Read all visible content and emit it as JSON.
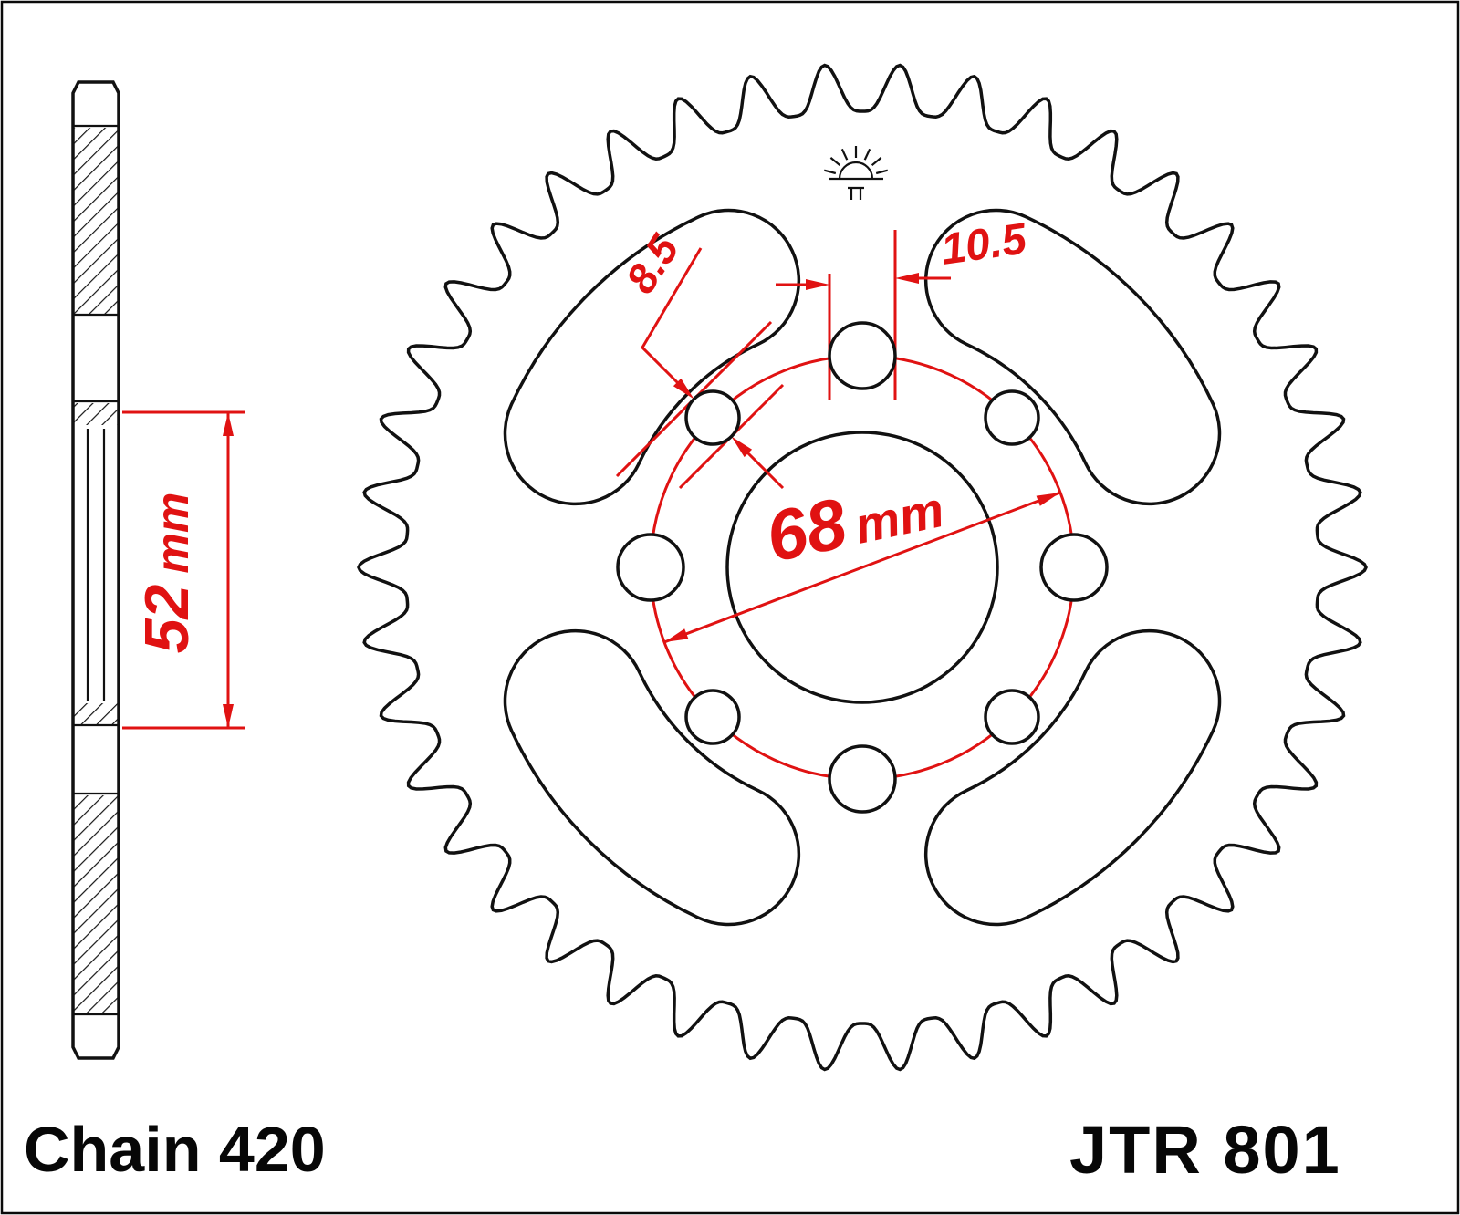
{
  "part": {
    "chain_label": "Chain 420",
    "part_number": "JTR 801"
  },
  "dimensions": {
    "small_hole_diameter": "8.5",
    "large_hole_diameter": "10.5",
    "bolt_circle_value": "68",
    "bolt_circle_unit": "mm",
    "hub_width_value": "52",
    "hub_width_unit": "mm"
  },
  "colors": {
    "dimension_red": "#e01212",
    "line_black": "#111111",
    "background": "#ffffff"
  },
  "icons": {
    "logo": "jt-rising-sun-logo"
  }
}
